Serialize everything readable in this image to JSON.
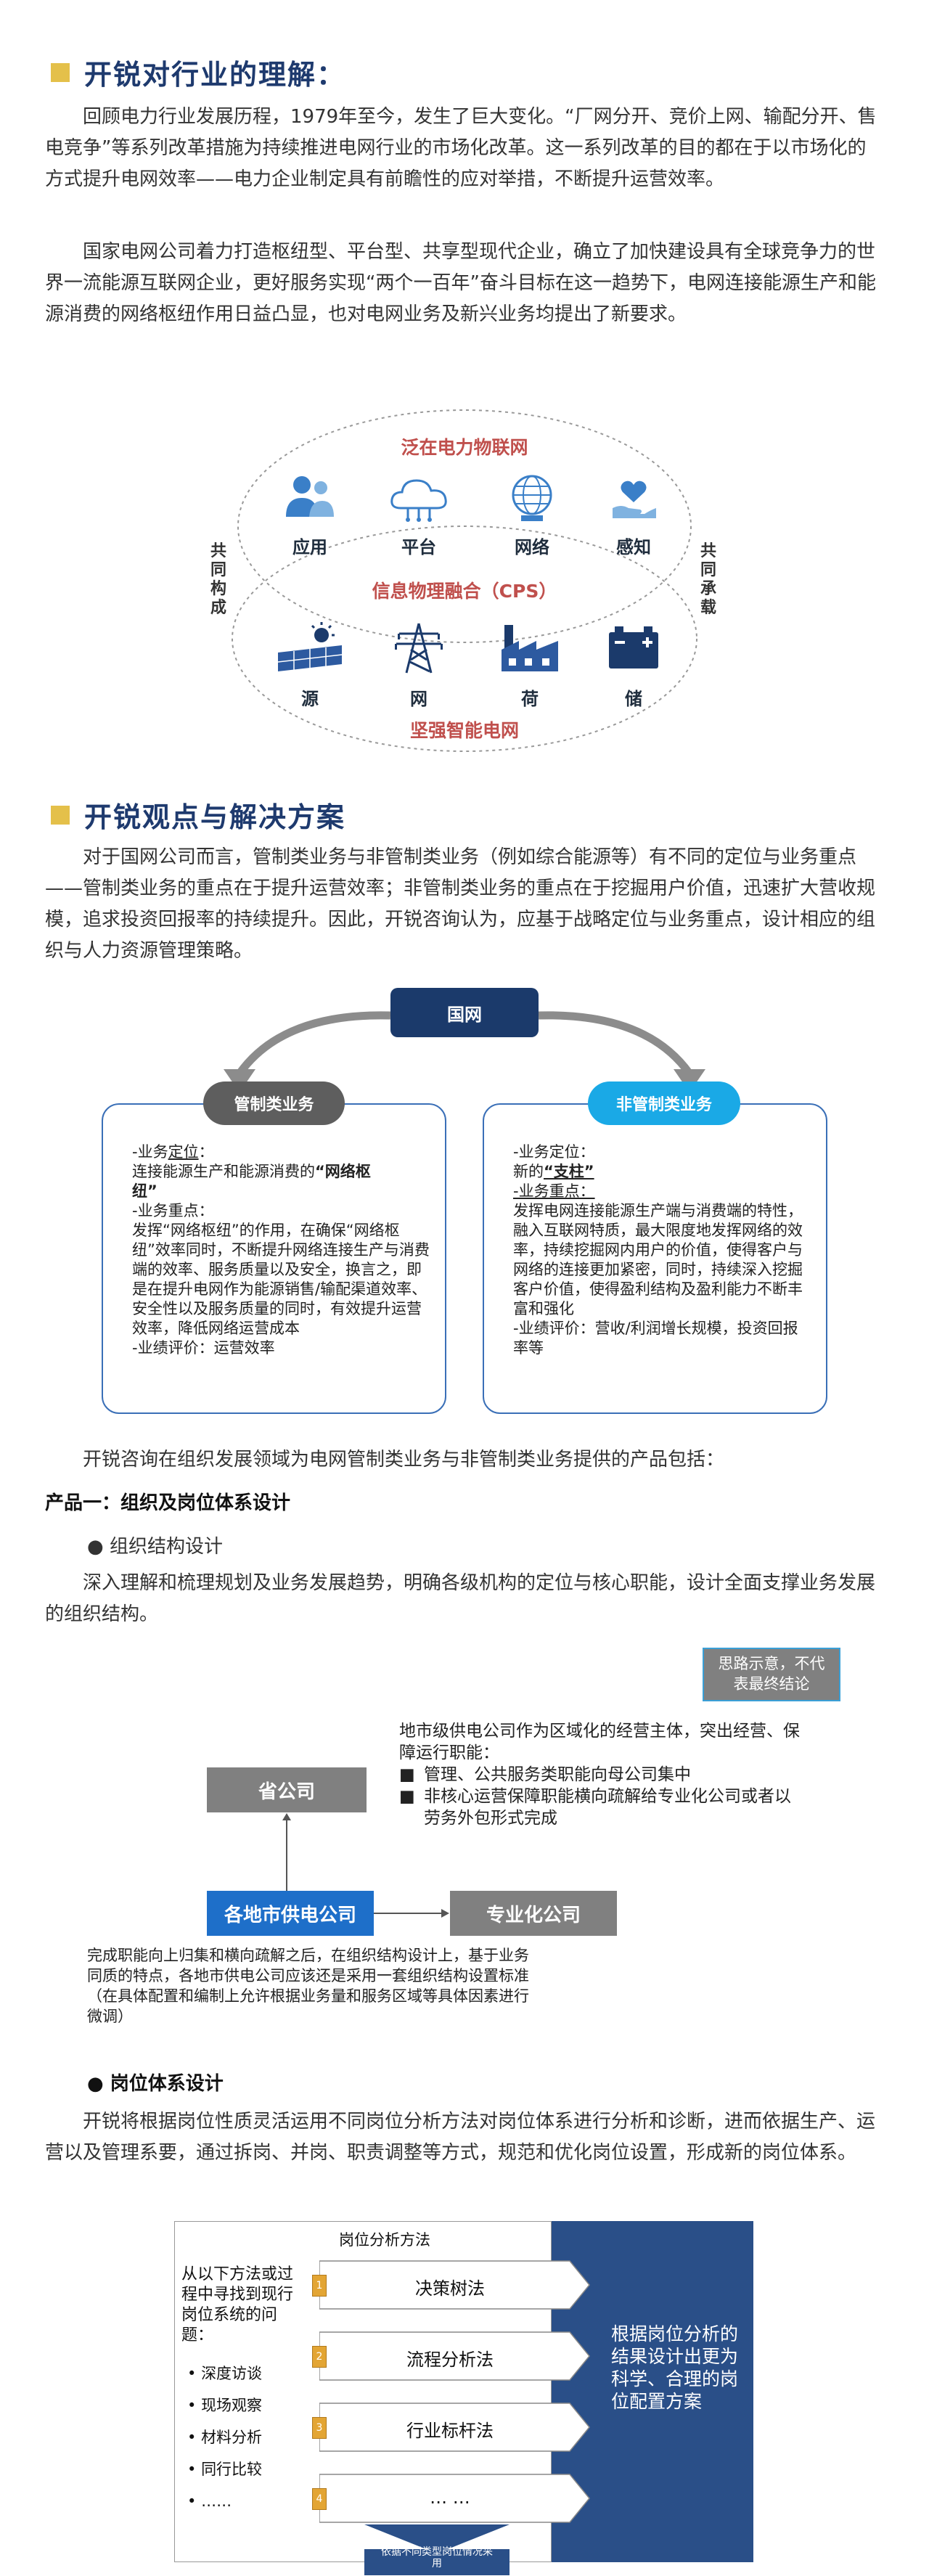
{
  "section1": {
    "title": "开锐对行业的理解：",
    "para1": "回顾电力行业发展历程，1979年至今，发生了巨大变化。“厂网分开、竞价上网、输配分开、售电竞争”等系列改革措施为持续推进电网行业的市场化改革。这一系列改革的目的都在于以市场化的方式提升电网效率——电力企业制定具有前瞻性的应对举措，不断提升运营效率。",
    "para2": "国家电网公司着力打造枢纽型、平台型、共享型现代企业，确立了加快建设具有全球竞争力的世界一流能源互联网企业，更好服务实现“两个一百年”奋斗目标在这一趋势下，电网连接能源生产和能源消费的网络枢纽作用日益凸显，也对电网业务及新兴业务均提出了新要求。"
  },
  "cps_diagram": {
    "top_label": "泛在电力物联网",
    "middle_label": "信息物理融合（CPS）",
    "bottom_label": "坚强智能电网",
    "left_vertical": "共同构成",
    "right_vertical": "共同承载",
    "top_icons": [
      {
        "label": "应用",
        "icon": "people-icon"
      },
      {
        "label": "平台",
        "icon": "cloud-icon"
      },
      {
        "label": "网络",
        "icon": "globe-icon"
      },
      {
        "label": "感知",
        "icon": "heart-hand-icon"
      }
    ],
    "bottom_icons": [
      {
        "label": "源",
        "icon": "solar-panel-icon"
      },
      {
        "label": "网",
        "icon": "power-tower-icon"
      },
      {
        "label": "荷",
        "icon": "factory-icon"
      },
      {
        "label": "储",
        "icon": "battery-icon"
      }
    ]
  },
  "section2": {
    "title": "开锐观点与解决方案",
    "para1": "对于国网公司而言，管制类业务与非管制类业务（例如综合能源等）有不同的定位与业务重点——管制类业务的重点在于提升运营效率；非管制类业务的重点在于挖掘用户价值，迅速扩大营收规模，追求投资回报率的持续提升。因此，开锐咨询认为，应基于战略定位与业务重点，设计相应的组织与人力资源管理策略。"
  },
  "business_diagram": {
    "top": "国网",
    "left_pill": "管制类业务",
    "right_pill": "非管制类业务",
    "left": {
      "l1": "-业务",
      "l1u": "定位",
      "l1b": "：",
      "l2a": "连接能源生产和能源消费的",
      "l2b": "“网络枢",
      "l3": "纽”",
      "l4": "-业务重点：",
      "body": "发挥“网络枢纽”的作用，在确保“网络枢纽”效率同时，不断提升网络连接生产与消费端的效率、服务质量以及安全，换言之，即是在提升电网作为能源销售/输配渠道效率、安全性以及服务质量的同时，有效提升运营效率，降低网络运营成本",
      "l_last": "-业绩评价：运营效率"
    },
    "right": {
      "l1": "-业务定位：",
      "l2a": "新的",
      "l2b": "“支柱”",
      "l3": "-业务重点：",
      "body": "发挥电网连接能源生产端与消费端的特性，融入互联网特质，最大限度地发挥网络的效率，持续挖掘网内用户的价值，使得客户与网络的连接更加紧密，同时，持续深入挖掘客户价值，使得盈利结构及盈利能力不断丰富和强化",
      "l_last": "-业绩评价：营收/利润增长规模，投资回报率等"
    }
  },
  "section3": {
    "intro": "开锐咨询在组织发展领域为电网管制类业务与非管制类业务提供的产品包括：",
    "product1": "产品一：组织及岗位体系设计",
    "bullet1": "● 组织结构设计",
    "para1": "深入理解和梳理规划及业务发展趋势，明确各级机构的定位与核心职能，设计全面支撑业务发展的组织结构。"
  },
  "org_diagram": {
    "note": "思路示意，不代表最终结论",
    "provincial": "省公司",
    "local": "各地市供电公司",
    "specialized": "专业化公司",
    "desc_line1": "地市级供电公司作为区域化的经营主体，突出经营、保障运行职能：",
    "bullet_a": "管理、公共服务类职能向母公司集中",
    "bullet_b": "非核心运营保障职能横向疏解给专业化公司或者以劳务外包形式完成",
    "bottom_text": "完成职能向上归集和横向疏解之后，在组织结构设计上，基于业务同质的特点，各地市供电公司应该还是采用一套组织结构设置标准（在具体配置和编制上允许根据业务量和服务区域等具体因素进行微调）"
  },
  "section4": {
    "bullet2": "● 岗位体系设计",
    "para1": "开锐将根据岗位性质灵活运用不同岗位分析方法对岗位体系进行分析和诊断，进而依据生产、运营以及管理系要，通过拆岗、并岗、职责调整等方式，规范和优化岗位设置，形成新的岗位体系。"
  },
  "job_diagram": {
    "header": "岗位分析方法",
    "left_title": "从以下方法或过程中寻找到现行岗位系统的问题：",
    "left_items": [
      "深度访谈",
      "现场观察",
      "材料分析",
      "同行比较",
      "……"
    ],
    "steps": [
      {
        "num": "1",
        "label": "决策树法"
      },
      {
        "num": "2",
        "label": "流程分析法"
      },
      {
        "num": "3",
        "label": "行业标杆法"
      },
      {
        "num": "4",
        "label": "…  …"
      }
    ],
    "right_text": "根据岗位分析的结果设计出更为科学、合理的岗位配置方案",
    "bottom_note": "依据不同类型岗位情况采用"
  },
  "colors": {
    "title_blue": "#1e3a6e",
    "accent_gold": "#e4c04a",
    "red_label": "#c0504d",
    "navy": "#1b3a6b",
    "cyan": "#1aa9e6",
    "gray": "#808080",
    "blue_box": "#1e6fc9"
  }
}
